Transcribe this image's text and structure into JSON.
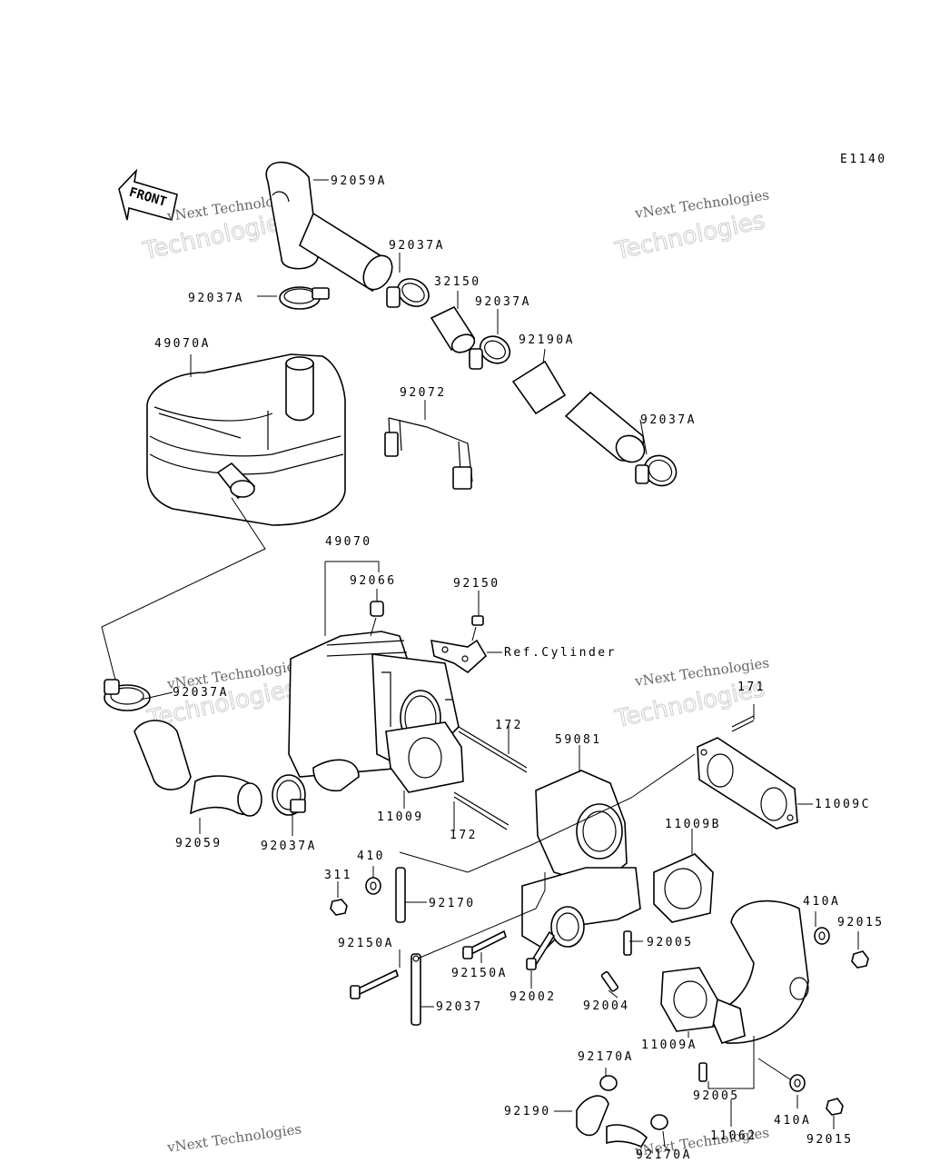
{
  "diagram_code": "E1140",
  "front_arrow_label": "FRONT",
  "watermark_line1": "vNext Technologies",
  "watermark_line2": "Technologies",
  "labels": {
    "p92059A": "92059A",
    "p92037A_1": "92037A",
    "p92037A_2": "92037A",
    "p32150": "32150",
    "p92037A_3": "92037A",
    "p92190A": "92190A",
    "p49070A": "49070A",
    "p92072": "92072",
    "p92037A_4": "92037A",
    "p49070": "49070",
    "p92066": "92066",
    "p92150": "92150",
    "ref_cylinder": "Ref.Cylinder",
    "p92037A_5": "92037A",
    "p171": "171",
    "p172_1": "172",
    "p59081": "59081",
    "p11009C": "11009C",
    "p11009": "11009",
    "p172_2": "172",
    "p11009B": "11009B",
    "p92059": "92059",
    "p92037A_6": "92037A",
    "p410": "410",
    "p311": "311",
    "p92170": "92170",
    "p410A_1": "410A",
    "p92015_1": "92015",
    "p92005_1": "92005",
    "p92150A_1": "92150A",
    "p92150A_2": "92150A",
    "p92002": "92002",
    "p92004": "92004",
    "p92037": "92037",
    "p11009A": "11009A",
    "p92170A_1": "92170A",
    "p92005_2": "92005",
    "p92190": "92190",
    "p410A_2": "410A",
    "p92015_2": "92015",
    "p11062": "11062",
    "p92170A_2": "92170A"
  }
}
